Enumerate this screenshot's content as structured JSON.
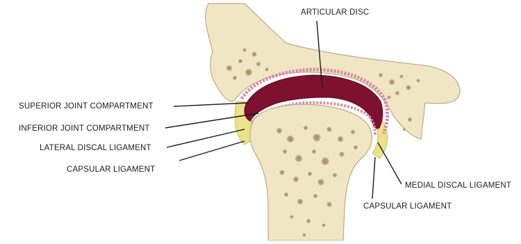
{
  "diagram": {
    "labels": {
      "articular_disc": "ARTICULAR DISC",
      "superior_joint_compartment": "SUPERIOR JOINT COMPARTMENT",
      "inferior_joint_compartment": "INFERIOR JOINT COMPARTMENT",
      "lateral_discal_ligament": "LATERAL DISCAL LIGAMENT",
      "capsular_ligament_left": "CAPSULAR LIGAMENT",
      "medial_discal_ligament": "MEDIAL DISCAL LIGAMENT",
      "capsular_ligament_right": "CAPSULAR LIGAMENT"
    },
    "colors": {
      "bone": "#f1e6c4",
      "bone_outline": "#b9ab86",
      "bone_pore": "#b7a37c",
      "disc": "#7e1030",
      "synovial_membrane": "#d68aa4",
      "capsule": "#ece28c",
      "leader_line": "#1a1a1a"
    }
  }
}
